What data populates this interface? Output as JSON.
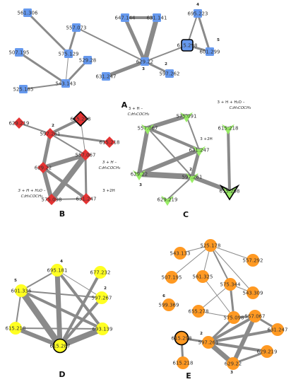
{
  "colors": {
    "A": "#6699ee",
    "B": "#e53333",
    "C": "#99ee66",
    "D": "#ffff22",
    "E": "#ff9922",
    "edge": "#8a8a8a",
    "outline": "#000000"
  },
  "panels": [
    {
      "id": "A",
      "label": "A",
      "shape": "square",
      "nodes": [
        {
          "id": "a1",
          "label": "561.306"
        },
        {
          "id": "a2",
          "label": "557.073"
        },
        {
          "id": "a3",
          "label": "647.144"
        },
        {
          "id": "a4",
          "label": "631.141"
        },
        {
          "id": "a5",
          "label": "695.223",
          "num": "4"
        },
        {
          "id": "a6",
          "label": "507.195"
        },
        {
          "id": "a7",
          "label": "575.129"
        },
        {
          "id": "a8",
          "label": "529.28"
        },
        {
          "id": "a9",
          "label": "615.298",
          "highlight": true
        },
        {
          "id": "a10",
          "label": "601.299",
          "num": "5"
        },
        {
          "id": "a11",
          "label": "629.22"
        },
        {
          "id": "a12",
          "label": "543.143"
        },
        {
          "id": "a13",
          "label": "525.185"
        },
        {
          "id": "a14",
          "label": "597.262",
          "num": "2"
        },
        {
          "id": "a15",
          "label": "631.247",
          "num": "3"
        }
      ]
    },
    {
      "id": "B",
      "label": "B",
      "shape": "diamond",
      "nodes": [
        {
          "id": "b1",
          "label": "629.219"
        },
        {
          "id": "b2",
          "label": "615.298",
          "highlight": true
        },
        {
          "id": "b3",
          "label": "597.261",
          "num": "2"
        },
        {
          "id": "b4",
          "label": "615.218"
        },
        {
          "id": "b5",
          "label": "557.067"
        },
        {
          "id": "b6",
          "label": "629.22"
        },
        {
          "id": "b7",
          "label": "575.098"
        },
        {
          "id": "b8",
          "label": "631.247"
        }
      ],
      "annotations": [
        "3 + H –",
        "C₂H₅COCH₃",
        "3 + H + H₂O –",
        "C₂H₅COCH₃",
        "3 +2H"
      ]
    },
    {
      "id": "C",
      "label": "C",
      "shape": "chevron",
      "nodes": [
        {
          "id": "c1",
          "label": "575.091"
        },
        {
          "id": "c2",
          "label": "557.067"
        },
        {
          "id": "c3",
          "label": "615.218"
        },
        {
          "id": "c4",
          "label": "631.247"
        },
        {
          "id": "c5",
          "label": "629.22",
          "num": "3"
        },
        {
          "id": "c6",
          "label": "597.261",
          "num": "2"
        },
        {
          "id": "c7",
          "label": "615.298",
          "highlight": true
        },
        {
          "id": "c8",
          "label": "629.219"
        }
      ],
      "annotations": [
        "3 + H –",
        "C₂H₅COCH₃",
        "3 + H + H₂O –",
        "C₂H₅COCH₃",
        "3 +2H"
      ]
    },
    {
      "id": "D",
      "label": "D",
      "shape": "circle",
      "nodes": [
        {
          "id": "d1",
          "label": "695.181",
          "num": "4"
        },
        {
          "id": "d2",
          "label": "677.232"
        },
        {
          "id": "d3",
          "label": "601.336",
          "num": "5"
        },
        {
          "id": "d4",
          "label": "597.267",
          "num": "2"
        },
        {
          "id": "d5",
          "label": "615.218"
        },
        {
          "id": "d6",
          "label": "693.139"
        },
        {
          "id": "d7",
          "label": "615.287",
          "highlight": true
        }
      ]
    },
    {
      "id": "E",
      "label": "E",
      "shape": "circle",
      "nodes": [
        {
          "id": "e1",
          "label": "543.133"
        },
        {
          "id": "e2",
          "label": "525.178"
        },
        {
          "id": "e3",
          "label": "557.292"
        },
        {
          "id": "e4",
          "label": "507.195"
        },
        {
          "id": "e5",
          "label": "561.325"
        },
        {
          "id": "e6",
          "label": "575.344"
        },
        {
          "id": "e7",
          "label": "543.309"
        },
        {
          "id": "e8",
          "label": "599.369",
          "num": "6"
        },
        {
          "id": "e9",
          "label": "655.278"
        },
        {
          "id": "e10",
          "label": "575.098"
        },
        {
          "id": "e11",
          "label": "557.067"
        },
        {
          "id": "e12",
          "label": "631.247"
        },
        {
          "id": "e13",
          "label": "615.298",
          "highlight": true
        },
        {
          "id": "e14",
          "label": "597.261",
          "num": "2"
        },
        {
          "id": "e15",
          "label": "629.219"
        },
        {
          "id": "e16",
          "label": "615.218"
        },
        {
          "id": "e17",
          "label": "629.22",
          "num": "3"
        }
      ]
    }
  ]
}
